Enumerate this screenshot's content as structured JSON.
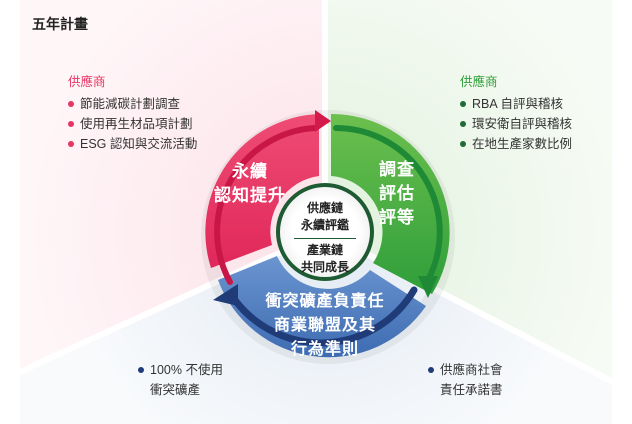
{
  "title": "五年計畫",
  "colors": {
    "pink": "#e73563",
    "green": "#3daa3e",
    "blue": "#3d6db5",
    "navy": "#1f3b78",
    "center_ring": "#1e5a32"
  },
  "top_left": {
    "heading": "供應商",
    "items": [
      "節能減碳計劃調查",
      "使用再生材品項計劃",
      "ESG 認知與交流活動"
    ]
  },
  "top_right": {
    "heading": "供應商",
    "items": [
      "RBA 自評與稽核",
      "環安衛自評與稽核",
      "在地生產家數比例"
    ]
  },
  "bottom_left": {
    "lines": [
      "100% 不使用",
      "衝突礦產"
    ]
  },
  "bottom_right": {
    "lines": [
      "供應商社會",
      "責任承諾書"
    ]
  },
  "segments": {
    "pink": {
      "line1": "永續",
      "line2": "認知提升"
    },
    "green": {
      "line1": "調查",
      "line2": "評估",
      "line3": "評等"
    },
    "blue": {
      "line1": "衝突礦產負責任",
      "line2": "商業聯盟及其",
      "line3": "行為準則"
    }
  },
  "center": {
    "top_line1": "供應鏈",
    "top_line2": "永續評鑑",
    "bottom_line1": "產業鏈",
    "bottom_line2": "共同成長"
  }
}
